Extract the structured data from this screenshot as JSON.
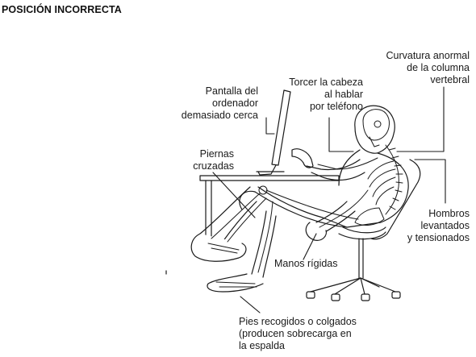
{
  "title": "POSICIÓN INCORRECTA",
  "labels": {
    "screen": "Pantalla del\nordenador\ndemasiado cerca",
    "head": "Torcer la cabeza\nal hablar\npor teléfono",
    "spine": "Curvatura anormal\nde la columna\nvertebral",
    "legs": "Piernas\ncruzadas",
    "shoulders": "Hombros\nlevantados\ny tensionados",
    "hands": "Manos rígidas",
    "feet": "Pies recogidos o colgados\n(producen sobrecarga en\nla espalda"
  },
  "colors": {
    "ink": "#111111",
    "line": "#1a1a1a",
    "bone_fill": "#ffffff",
    "muscle_fill": "#f4f4f4"
  }
}
